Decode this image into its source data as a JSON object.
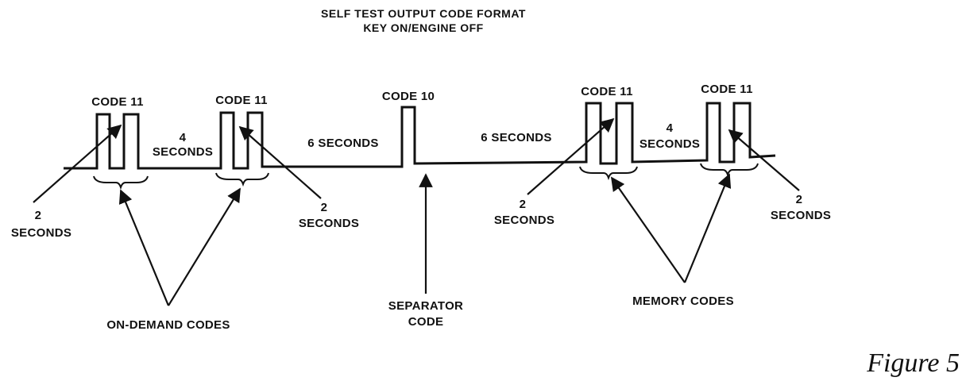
{
  "title": {
    "line1": "SELF TEST OUTPUT CODE FORMAT",
    "line2": "KEY ON/ENGINE OFF"
  },
  "codes": {
    "code1": "CODE 11",
    "code2": "CODE 11",
    "separator": "CODE 10",
    "code3": "CODE 11",
    "code4": "CODE 11"
  },
  "intervals": {
    "four_a_num": "4",
    "four_a_unit": "SECONDS",
    "six_a": "6 SECONDS",
    "six_b": "6 SECONDS",
    "four_b_num": "4",
    "four_b_unit": "SECONDS"
  },
  "two_second_labels": [
    {
      "num": "2",
      "unit": "SECONDS"
    },
    {
      "num": "2",
      "unit": "SECONDS"
    },
    {
      "num": "2",
      "unit": "SECONDS"
    },
    {
      "num": "2",
      "unit": "SECONDS"
    }
  ],
  "groups": {
    "on_demand": "ON-DEMAND CODES",
    "separator_line1": "SEPARATOR",
    "separator_line2": "CODE",
    "memory": "MEMORY CODES"
  },
  "figure_caption": "Figure 5"
}
